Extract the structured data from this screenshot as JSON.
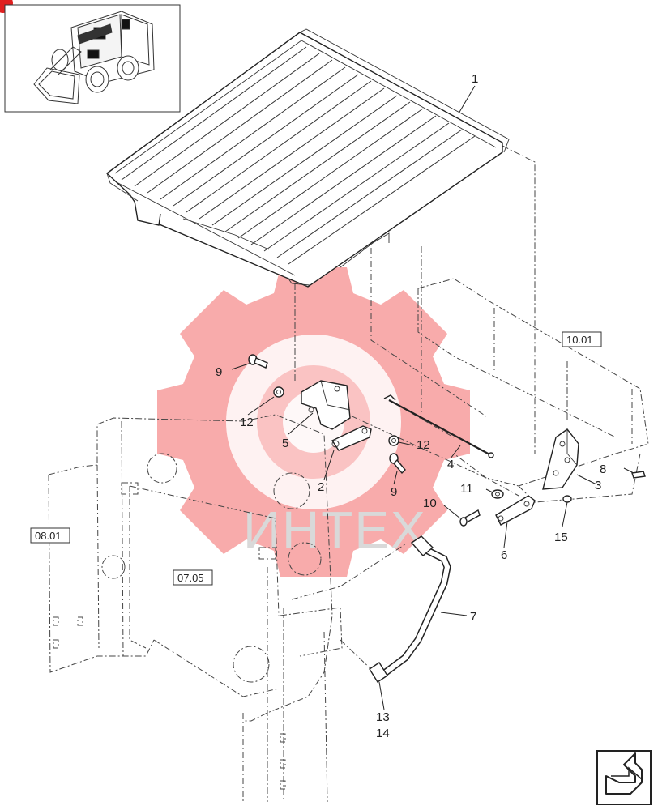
{
  "callouts": {
    "c1": "1",
    "c2": "2",
    "c3": "3",
    "c4": "4",
    "c5": "5",
    "c6": "6",
    "c7": "7",
    "c8": "8",
    "c9a": "9",
    "c9b": "9",
    "c10": "10",
    "c11": "11",
    "c12a": "12",
    "c12b": "12",
    "c13": "13",
    "c14": "14",
    "c15": "15"
  },
  "references": {
    "r1001": "10.01",
    "r0801": "08.01",
    "r0705": "07.05"
  },
  "watermark": {
    "text": "ИНТЕХ",
    "gear_color": "#f04a4a"
  },
  "colors": {
    "line": "#222222",
    "accent_badge": "#e02020"
  },
  "icons": {
    "thumbnail": "skid-steer-loader-icon",
    "next": "next-page-arrow-icon"
  }
}
